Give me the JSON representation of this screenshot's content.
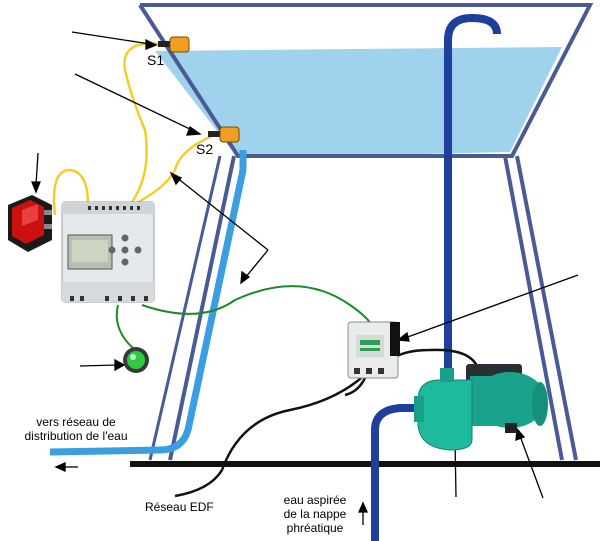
{
  "labels": {
    "s1": "S1",
    "s2": "S2",
    "distribution_line1": "vers réseau de",
    "distribution_line2": "distribution de l'eau",
    "edf": "Réseau EDF",
    "aspiree_line1": "eau aspirée",
    "aspiree_line2": "de la nappe",
    "aspiree_line3": "phréatique"
  },
  "colors": {
    "tank_frame": "#4a5a94",
    "water": "#9fd2ec",
    "pipe_dark": "#1f3f9c",
    "pipe_light": "#3a9ee0",
    "wire_yellow": "#f2cf27",
    "wire_green": "#1e8a2a",
    "wire_black": "#111111",
    "sensor": "#f0a020",
    "pump": "#1aa38c",
    "switch": "#cc1010",
    "led": "#2ecc40"
  },
  "icons": {
    "controller": "plc-controller-icon",
    "contactor": "contactor-icon",
    "pump": "water-pump-icon",
    "switch": "power-switch-icon",
    "led": "indicator-led-icon"
  }
}
